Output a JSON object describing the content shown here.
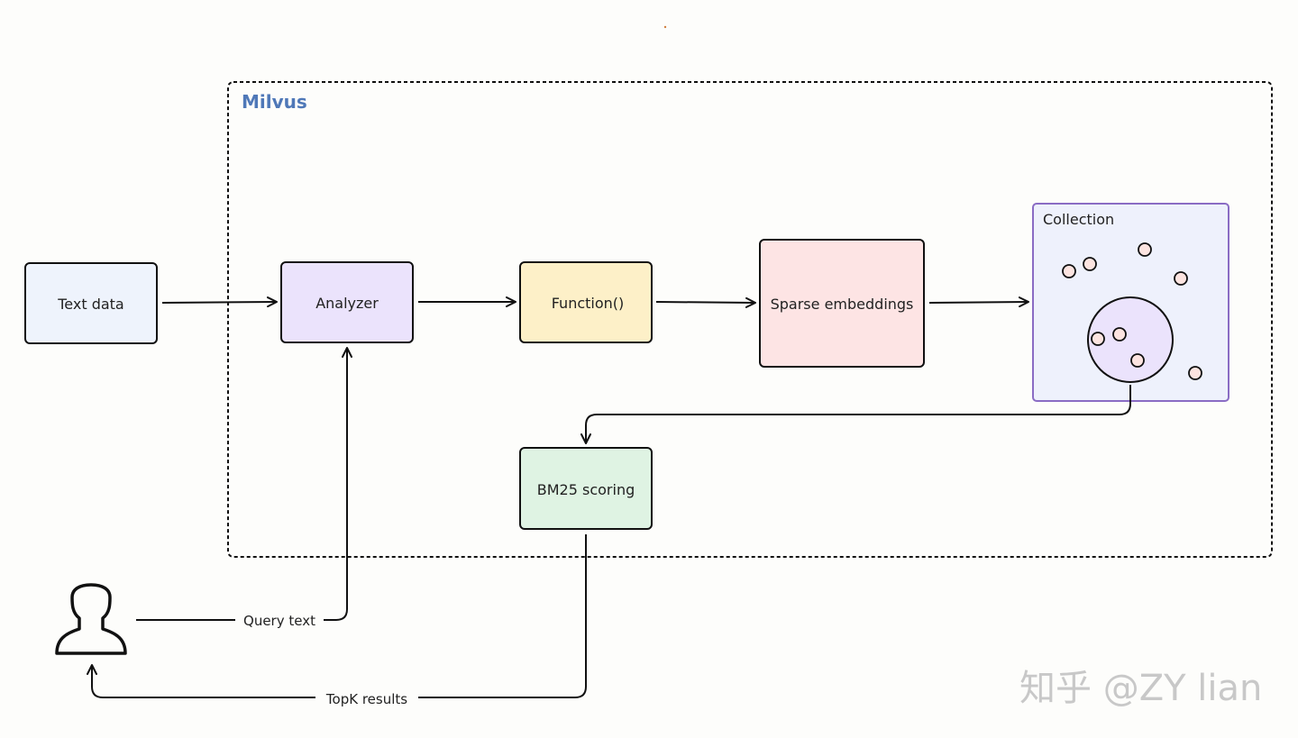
{
  "group": {
    "label": "Milvus",
    "color": "#4f78b8"
  },
  "nodes": {
    "text_data": {
      "label": "Text data",
      "fill": "#eef3fc"
    },
    "analyzer": {
      "label": "Analyzer",
      "fill": "#ebe3fc"
    },
    "function": {
      "label": "Function()",
      "fill": "#fdf0c8"
    },
    "sparse": {
      "label": "Sparse embeddings",
      "fill": "#fde4e4"
    },
    "collection": {
      "label": "Collection",
      "fill": "#eef1fc",
      "stroke": "#8a6cc4"
    },
    "bm25": {
      "label": "BM25 scoring",
      "fill": "#dff3e3"
    }
  },
  "edges": {
    "query_text": "Query text",
    "topk_results": "TopK results"
  },
  "icons": {
    "user": "user-icon"
  },
  "watermark": "知乎 @ZY lian"
}
